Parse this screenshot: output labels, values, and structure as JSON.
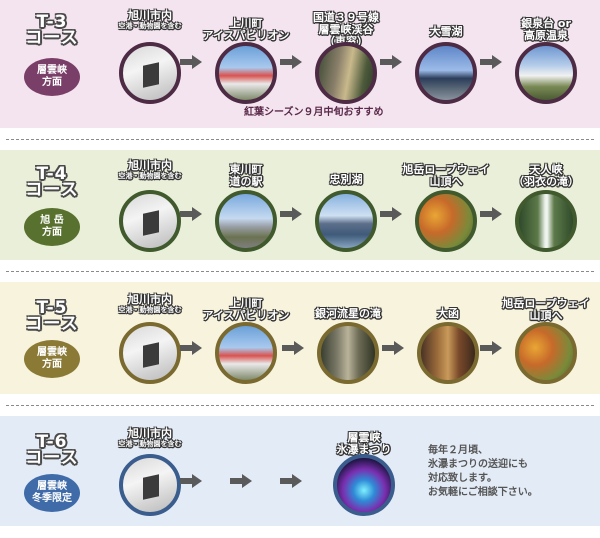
{
  "colors": {
    "band_t3": "#f4e4ef",
    "band_t4": "#e9efd8",
    "band_t5": "#f7f3dc",
    "band_t6": "#e3ebf6",
    "ring_t3": "#4d2b44",
    "ring_t4": "#405a2e",
    "ring_t5": "#7a6a30",
    "ring_t6": "#3a5d8e",
    "arrow": "#5a5a5a"
  },
  "courses": [
    {
      "code": "T-3\nコース",
      "direction": "層雲峡\n方面",
      "stops": [
        {
          "label": "旭川市内",
          "sub": "空港・動物園を含む",
          "photo": "station-photo"
        },
        {
          "label": "上川町\nアイスパビリオン",
          "photo": "ice-pavilion-photo"
        },
        {
          "label": "国道３９号線\n層雲峡渓谷\n（車窓）",
          "photo": "gorge-photo"
        },
        {
          "label": "大雪湖",
          "photo": "dam-lake-photo"
        },
        {
          "label": "銀泉台 or\n高原温泉",
          "photo": "onsen-photo"
        }
      ],
      "note": "紅葉シーズン９月中旬おすすめ"
    },
    {
      "code": "T-4\nコース",
      "direction": "旭 岳\n方面",
      "stops": [
        {
          "label": "旭川市内",
          "sub": "空港・動物園を含む",
          "photo": "station-photo"
        },
        {
          "label": "東川町\n道の駅",
          "photo": "roadside-station-photo"
        },
        {
          "label": "忠別湖",
          "photo": "lake-photo"
        },
        {
          "label": "旭岳ロープウェイ\n山頂へ",
          "photo": "autumn-mountain-photo"
        },
        {
          "label": "天人峡\n（羽衣の滝）",
          "photo": "waterfall-photo"
        }
      ]
    },
    {
      "code": "T-5\nコース",
      "direction": "層雲峡\n方面",
      "stops": [
        {
          "label": "旭川市内",
          "sub": "空港・動物園を含む",
          "photo": "station-photo"
        },
        {
          "label": "上川町\nアイスパビリオン",
          "photo": "ice-pavilion-photo"
        },
        {
          "label": "銀河流星の滝",
          "photo": "rock-falls-photo"
        },
        {
          "label": "大函",
          "photo": "canyon-photo"
        },
        {
          "label": "旭岳ロープウェイ\n山頂へ",
          "photo": "autumn-mountain-photo"
        }
      ]
    },
    {
      "code": "T-6\nコース",
      "direction": "層雲峡\n冬季限定",
      "stops": [
        {
          "label": "旭川市内",
          "sub": "空港・動物園を含む",
          "photo": "station-photo"
        },
        {
          "label": "層雲峡\n氷瀑まつり",
          "photo": "ice-festival-night-photo"
        }
      ],
      "memo": "毎年２月頃、\n氷瀑まつりの送迎にも\n対応致します。\nお気軽にご相談下さい。"
    }
  ]
}
